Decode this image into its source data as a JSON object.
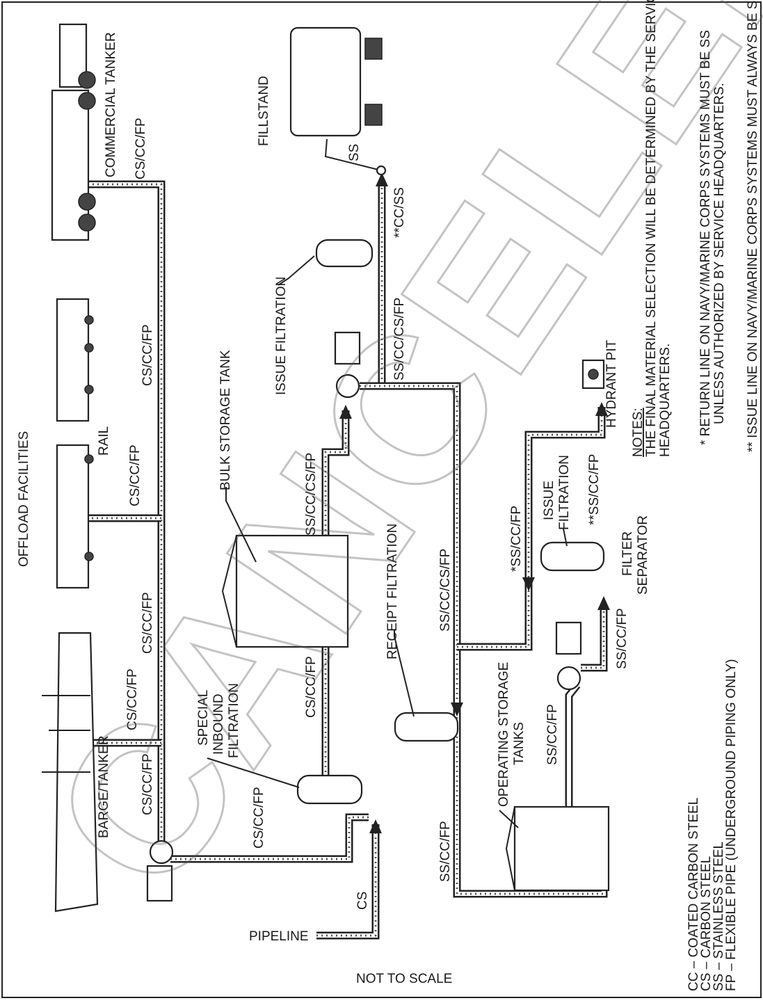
{
  "watermark": "CANCELED",
  "labels": {
    "offload_facilities": "OFFLOAD FACILITIES",
    "commercial_tanker": "COMMERCIAL TANKER",
    "rail": "RAIL",
    "barge_tanker": "BARGE/TANKER",
    "fillstand": "FILLSTAND",
    "bulk_storage_tank": "BULK STORAGE TANK",
    "issue_filtration_top": "ISSUE FILTRATION",
    "special_inbound_filtration": [
      "SPECIAL",
      "INBOUND",
      "FILTRATION"
    ],
    "receipt_filtration": "RECEIPT FILTRATION",
    "operating_storage_tanks": [
      "OPERATING STORAGE",
      "TANKS"
    ],
    "issue_filtration_lower": [
      "ISSUE",
      "FILTRATION"
    ],
    "filter_separator": [
      "FILTER",
      "SEPARATOR"
    ],
    "hydrant_pit": "HYDRANT PIT",
    "pipeline": "PIPELINE",
    "not_to_scale": "NOT TO SCALE"
  },
  "pipe_labels": {
    "tanker_branch": "CS/CC/FP",
    "main_upper": "CS/CC/FP",
    "rail_branch": "CS/CC/FP",
    "main_mid": "CS/CC/FP",
    "barge_branch": "CS/CC/FP",
    "main_lower": "CS/CC/FP",
    "pipeline_to_inbound": "CS/CC/FP",
    "pipeline": "CS",
    "tank_inlet": "CS/CC/FP",
    "tank_outlet": "SS/CC/CS/FP",
    "issue_main": "SS/CC/CS/FP",
    "to_fillstand": "**CC/SS",
    "fillstand_arm": "SS",
    "receipt_line": "SS/CC/CS/FP",
    "return_line": "*SS/CC/FP",
    "hydrant_line": "**SS/CC/FP",
    "pump_to_separator": "SS/CC/FP",
    "tank_to_pump": "SS/CC/FP",
    "lower_loop": "SS/CC/FP"
  },
  "notes": {
    "heading": "NOTES:",
    "note_main": [
      "THE FINAL MATERIAL SELECTION WILL BE DETERMINED BY THE SERVICE",
      "HEADQUARTERS."
    ],
    "note_star": [
      "*    RETURN LINE ON NAVY/MARINE CORPS SYSTEMS MUST BE SS",
      "UNLESS AUTHORIZED BY SERVICE HEADQUARTERS."
    ],
    "note_double_star": "**  ISSUE LINE ON NAVY/MARINE CORPS SYSTEMS MUST ALWAYS BE SS."
  },
  "legend": [
    "CC  –  COATED CARBON STEEL",
    "CS  –  CARBON STEEL",
    "SS  –  STAINLESS STEEL",
    "FP  –  FLEXIBLE PIPE (UNDERGROUND PIPING ONLY)"
  ]
}
